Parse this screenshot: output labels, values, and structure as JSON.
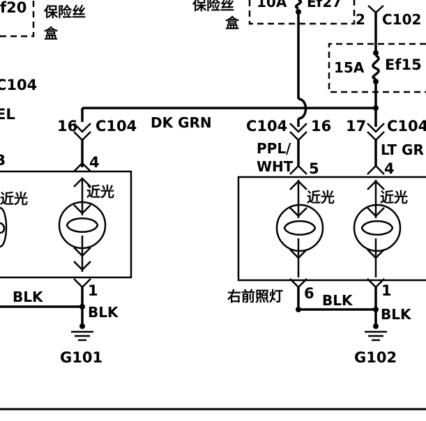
{
  "fuse_boxes": {
    "left_fuse_label": "f20",
    "left_box_label_line1": "保险丝",
    "left_box_label_line2": "盒",
    "mid_box_label_line1": "保险丝",
    "mid_box_label_line2": "盒",
    "mid_fuse_rating": "10A",
    "mid_fuse_id": "Ef27",
    "right_fuse_rating": "15A",
    "right_fuse_id": "Ef15",
    "right_connector_pin": "2",
    "right_connector_name": "C102"
  },
  "left_side": {
    "connector_text": "C104",
    "partial_label": "EL",
    "partial_b": "B",
    "connector_pin": "16",
    "connector_name": "C104",
    "wire_color": "DK GRN",
    "lamp_pin_top": "4",
    "lamp_left_label": "近光",
    "lamp_right_label": "近光",
    "lamp_pin_bottom": "1",
    "ground_wire_left": "BLK",
    "ground_wire_right": "BLK",
    "ground_name": "G101"
  },
  "right_side": {
    "connector_left_name": "C104",
    "connector_left_pin": "16",
    "connector_right_pin": "17",
    "connector_right_name": "C104",
    "wire_left_color_line1": "PPL/",
    "wire_left_color_line2": "WHT",
    "wire_left_pin": "5",
    "wire_right_color": "LT GR",
    "wire_right_pin": "4",
    "lamp_left_label": "近光",
    "lamp_right_label": "近光",
    "headlamp_label": "右前照灯",
    "lamp_left_pin_bottom": "6",
    "lamp_right_pin_bottom": "1",
    "ground_wire_mid": "BLK",
    "ground_wire_right": "BLK",
    "ground_name": "G102"
  }
}
